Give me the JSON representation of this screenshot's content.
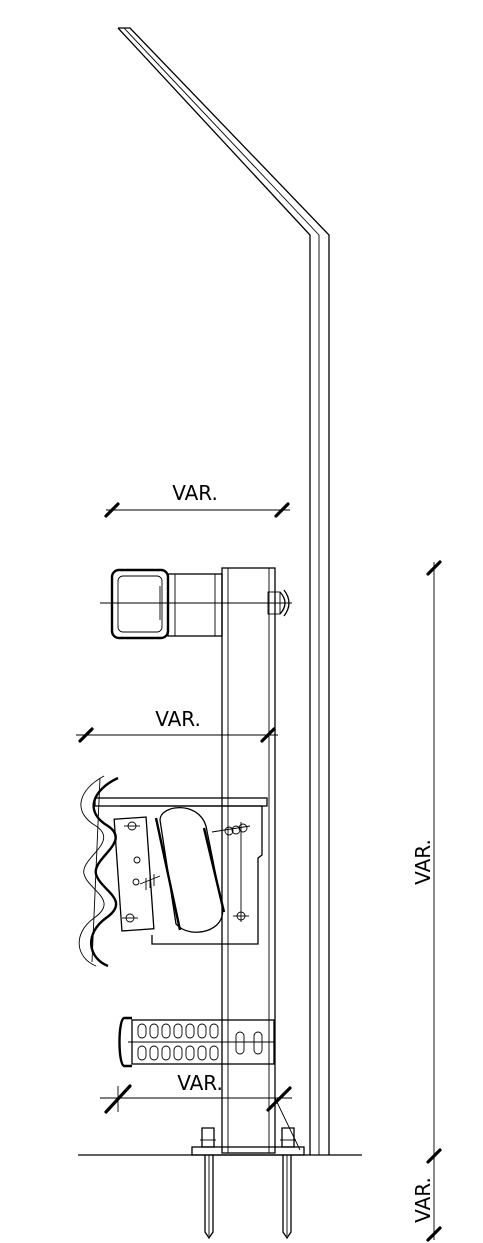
{
  "dimensions": {
    "top_horizontal": "VAR.",
    "middle_horizontal": "VAR.",
    "bottom_horizontal": "VAR.",
    "vertical_main": "VAR.",
    "vertical_embed": "VAR."
  },
  "colors": {
    "line": "#000000",
    "background": "#ffffff"
  }
}
